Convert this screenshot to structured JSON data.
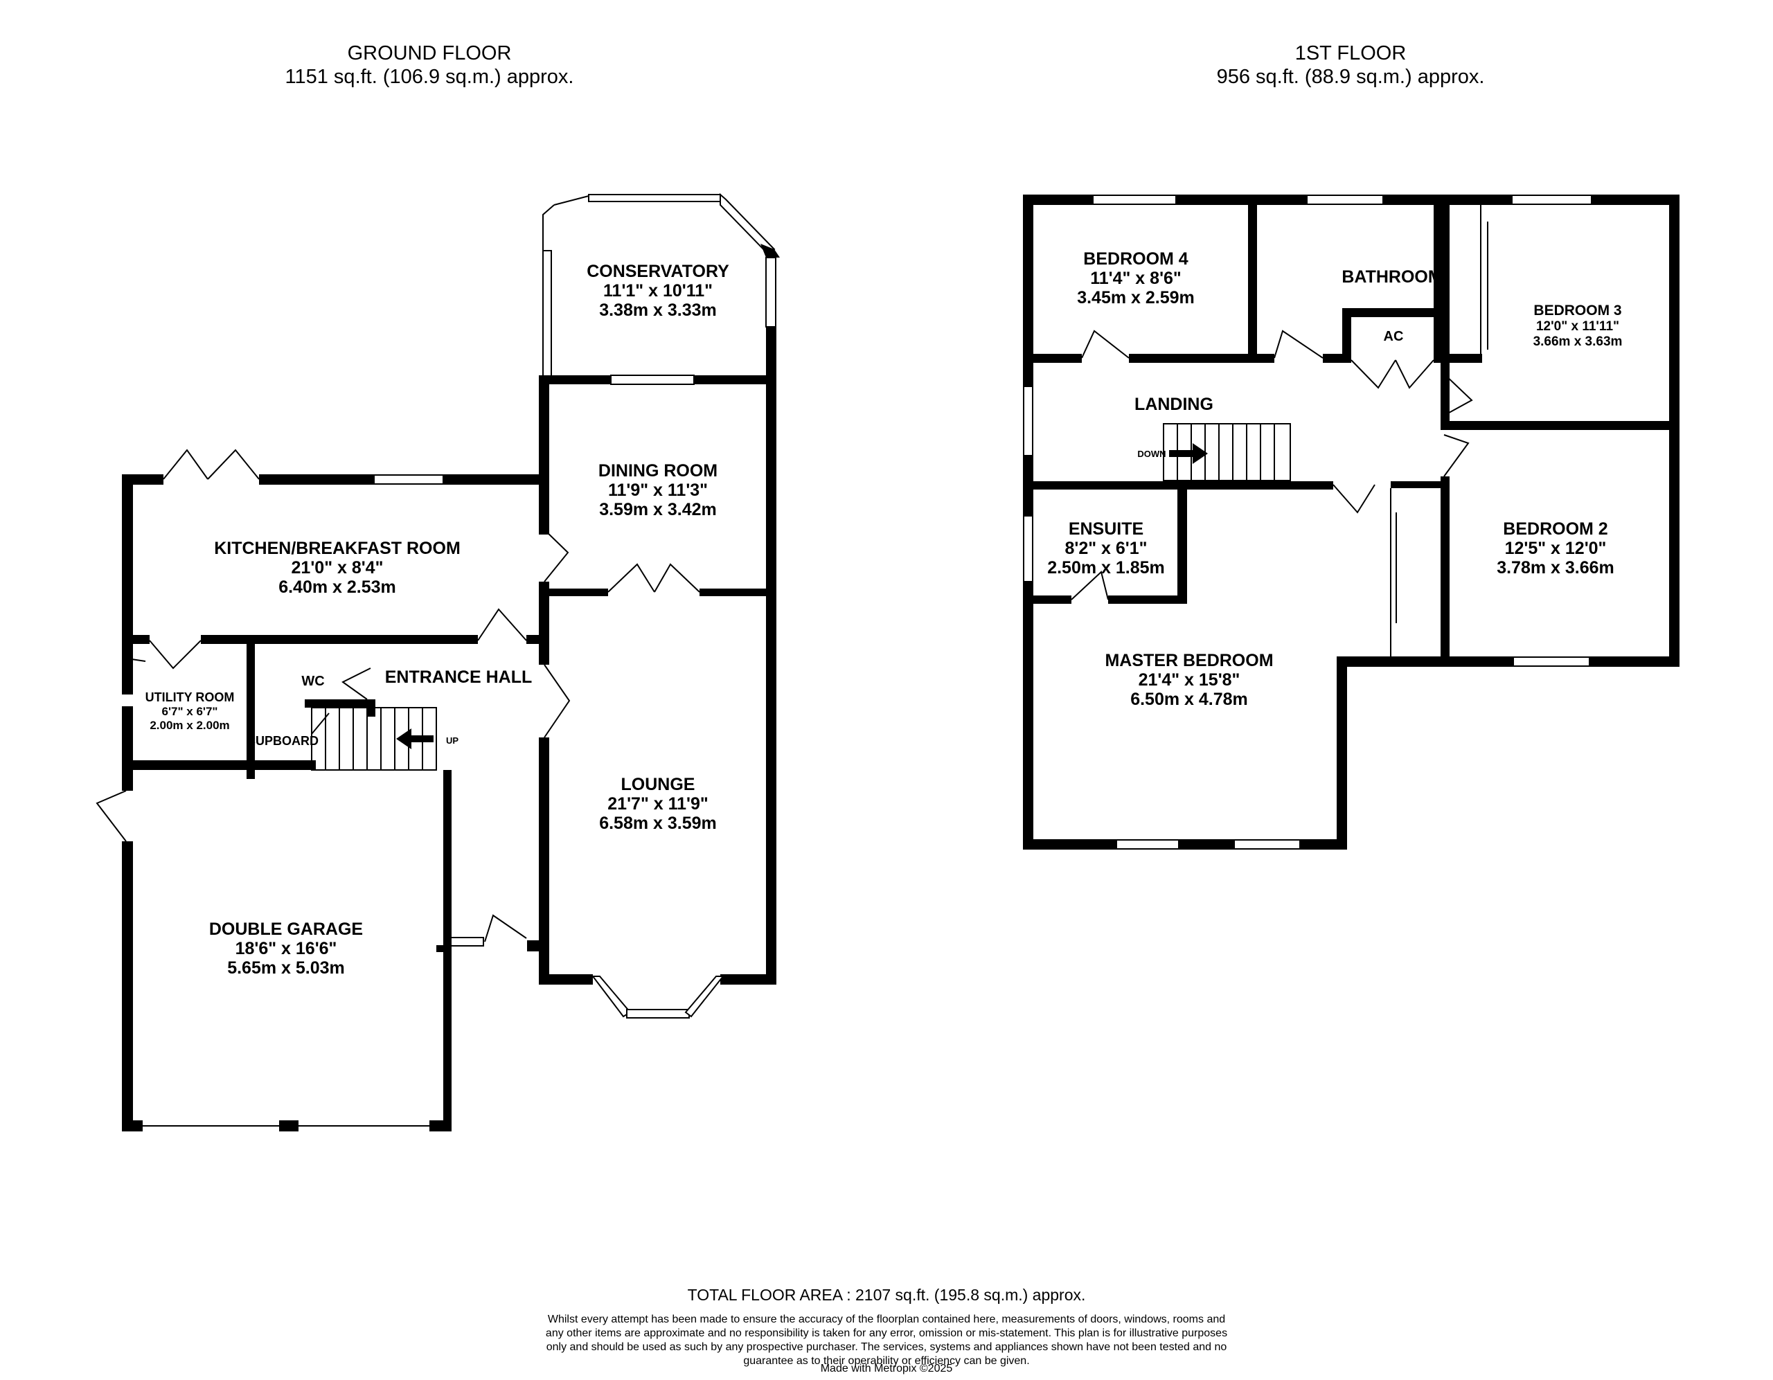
{
  "ground_floor": {
    "title": "GROUND FLOOR",
    "area": "1151 sq.ft. (106.9 sq.m.) approx.",
    "rooms": {
      "conservatory": {
        "name": "CONSERVATORY",
        "imperial": "11'1\"  x 10'11\"",
        "metric": "3.38m  x 3.33m"
      },
      "dining": {
        "name": "DINING ROOM",
        "imperial": "11'9\"  x 11'3\"",
        "metric": "3.59m  x 3.42m"
      },
      "kitchen": {
        "name": "KITCHEN/BREAKFAST ROOM",
        "imperial": "21'0\"  x 8'4\"",
        "metric": "6.40m  x 2.53m"
      },
      "utility": {
        "name": "UTILITY ROOM",
        "imperial": "6'7\"  x 6'7\"",
        "metric": "2.00m  x 2.00m"
      },
      "wc": {
        "name": "WC"
      },
      "entrance": {
        "name": "ENTRANCE HALL"
      },
      "cupboard": {
        "name": "CUPBOARD"
      },
      "lounge": {
        "name": "LOUNGE",
        "imperial": "21'7\"  x 11'9\"",
        "metric": "6.58m  x 3.59m"
      },
      "garage": {
        "name": "DOUBLE GARAGE",
        "imperial": "18'6\"  x 16'6\"",
        "metric": "5.65m  x 5.03m"
      }
    },
    "stairs_label": "UP"
  },
  "first_floor": {
    "title": "1ST FLOOR",
    "area": "956 sq.ft. (88.9 sq.m.) approx.",
    "rooms": {
      "bedroom4": {
        "name": "BEDROOM 4",
        "imperial": "11'4\"  x 8'6\"",
        "metric": "3.45m  x 2.59m"
      },
      "bathroom": {
        "name": "BATHROOM"
      },
      "ac": {
        "name": "AC"
      },
      "bedroom3": {
        "name": "BEDROOM 3",
        "imperial": "12'0\"  x 11'11\"",
        "metric": "3.66m  x 3.63m"
      },
      "landing": {
        "name": "LANDING"
      },
      "ensuite": {
        "name": "ENSUITE",
        "imperial": "8'2\"  x 6'1\"",
        "metric": "2.50m  x 1.85m"
      },
      "bedroom2": {
        "name": "BEDROOM 2",
        "imperial": "12'5\"  x 12'0\"",
        "metric": "3.78m  x 3.66m"
      },
      "master": {
        "name": "MASTER BEDROOM",
        "imperial": "21'4\"  x 15'8\"",
        "metric": "6.50m  x 4.78m"
      }
    },
    "stairs_label": "DOWN"
  },
  "footer": {
    "total": "TOTAL FLOOR AREA : 2107 sq.ft. (195.8 sq.m.) approx.",
    "disclaimer": "Whilst every attempt has been made to ensure the accuracy of the floorplan contained here, measurements of doors, windows, rooms and any other items are approximate and no responsibility is taken for any error, omission or mis-statement. This plan is for illustrative purposes only and should be used as such by any prospective purchaser. The services, systems and appliances shown have not been tested and no guarantee as to their operability or efficiency can be given.",
    "credit": "Made with Metropix ©2025"
  }
}
